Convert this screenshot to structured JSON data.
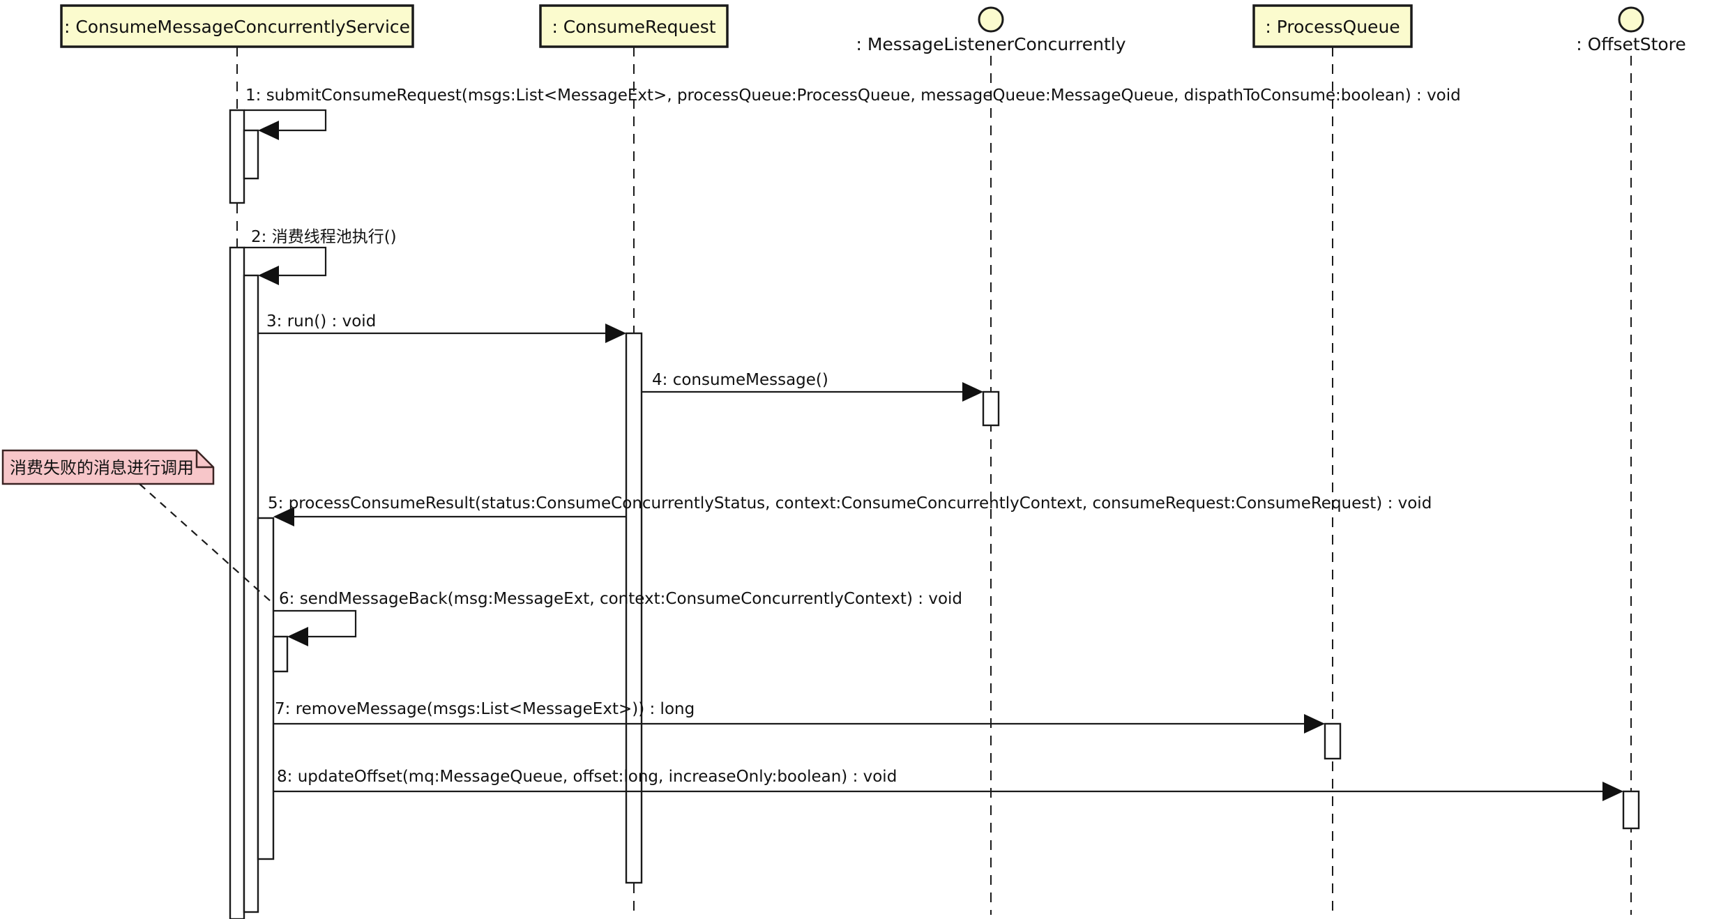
{
  "diagram": {
    "kind": "uml-sequence-diagram",
    "participants": [
      {
        "id": "consume-message-concurrently-service",
        "kind": "object-box",
        "label": ": ConsumeMessageConcurrentlyService"
      },
      {
        "id": "consume-request",
        "kind": "object-box",
        "label": ": ConsumeRequest"
      },
      {
        "id": "message-listener-concurrently",
        "kind": "interface-circle",
        "label": ": MessageListenerConcurrently"
      },
      {
        "id": "process-queue",
        "kind": "object-box",
        "label": ": ProcessQueue"
      },
      {
        "id": "offset-store",
        "kind": "interface-circle",
        "label": ": OffsetStore"
      }
    ],
    "messages": [
      {
        "seq": 1,
        "from": "consume-message-concurrently-service",
        "to": "consume-message-concurrently-service",
        "style": "self-call",
        "label": "1: submitConsumeRequest(msgs:List<MessageExt>, processQueue:ProcessQueue, messageQueue:MessageQueue, dispathToConsume:boolean) : void"
      },
      {
        "seq": 2,
        "from": "consume-message-concurrently-service",
        "to": "consume-message-concurrently-service",
        "style": "self-call",
        "label": "2: 消费线程池执行()"
      },
      {
        "seq": 3,
        "from": "consume-message-concurrently-service",
        "to": "consume-request",
        "style": "call-right",
        "label": "3: run() : void"
      },
      {
        "seq": 4,
        "from": "consume-request",
        "to": "message-listener-concurrently",
        "style": "call-right",
        "label": "4: consumeMessage()"
      },
      {
        "seq": 5,
        "from": "consume-request",
        "to": "consume-message-concurrently-service",
        "style": "call-left",
        "label": "5: processConsumeResult(status:ConsumeConcurrentlyStatus, context:ConsumeConcurrentlyContext, consumeRequest:ConsumeRequest) : void"
      },
      {
        "seq": 6,
        "from": "consume-message-concurrently-service",
        "to": "consume-message-concurrently-service",
        "style": "self-call",
        "label": "6: sendMessageBack(msg:MessageExt, context:ConsumeConcurrentlyContext) : void"
      },
      {
        "seq": 7,
        "from": "consume-message-concurrently-service",
        "to": "process-queue",
        "style": "call-right",
        "label": "7: removeMessage(msgs:List<MessageExt>)) : long"
      },
      {
        "seq": 8,
        "from": "consume-message-concurrently-service",
        "to": "offset-store",
        "style": "call-right",
        "label": "8: updateOffset(mq:MessageQueue, offset:long, increaseOnly:boolean) : void"
      }
    ],
    "note": {
      "text": "消费失败的消息进行调用",
      "attached_to_message": 6
    },
    "colors": {
      "background": "#FFFFFF",
      "participant_fill": "#FBFBCE",
      "note_fill": "#F7C6C9",
      "line": "#1A1A1A"
    }
  }
}
